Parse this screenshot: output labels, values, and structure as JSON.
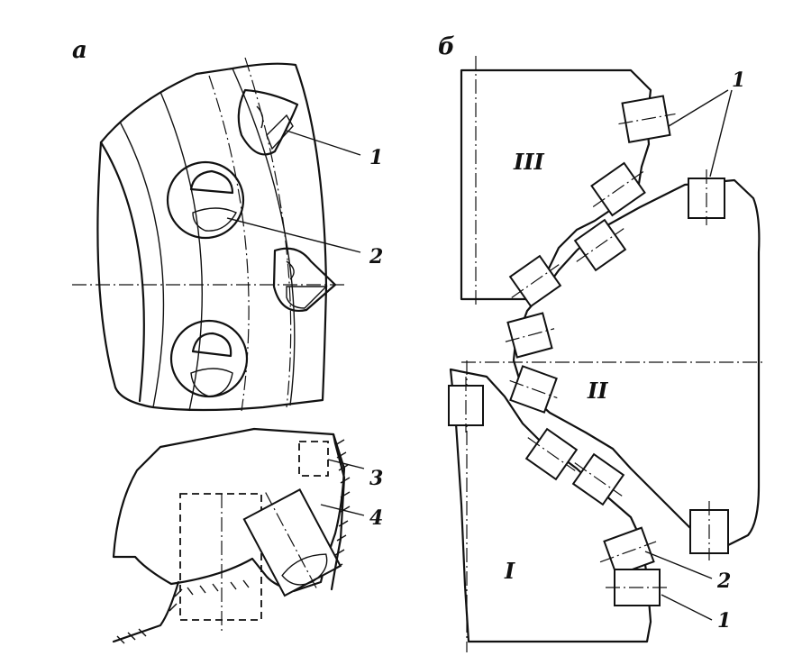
{
  "figure": {
    "panel_a": {
      "letter": "а",
      "callouts": [
        "1",
        "2",
        "3",
        "4"
      ]
    },
    "panel_b": {
      "letter": "б",
      "zones": [
        "III",
        "II",
        "I"
      ],
      "callouts": [
        "1",
        "2",
        "1"
      ]
    }
  }
}
